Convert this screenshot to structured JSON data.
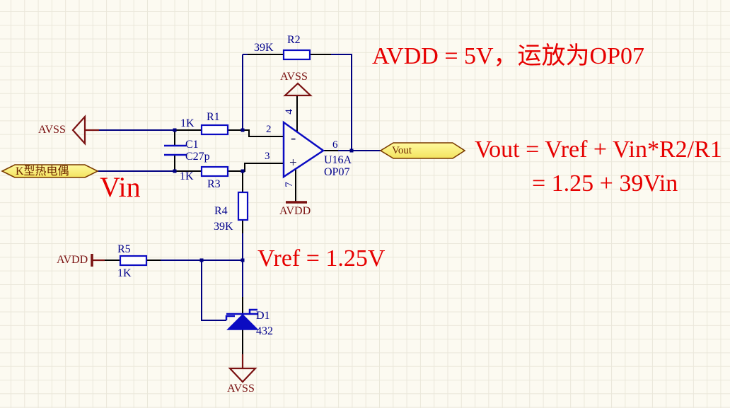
{
  "annotations": {
    "power_note": "AVDD = 5V，运放为OP07",
    "formula_line1": "Vout = Vref + Vin*R2/R1",
    "formula_line2": "= 1.25 + 39Vin",
    "vref_note": "Vref = 1.25V",
    "vin_label": "Vin"
  },
  "ports": {
    "input_label": "K型热电偶",
    "output_label": "Vout"
  },
  "power": {
    "avss_left": "AVSS",
    "avss_top": "AVSS",
    "avdd_opamp": "AVDD",
    "avdd_left": "AVDD",
    "avss_bottom": "AVSS"
  },
  "components": {
    "r1": {
      "designator": "R1",
      "value": "1K"
    },
    "r2": {
      "designator": "R2",
      "value": "39K"
    },
    "r3": {
      "designator": "R3",
      "value": "1K"
    },
    "r4": {
      "designator": "R4",
      "value": "39K"
    },
    "r5": {
      "designator": "R5",
      "value": "1K"
    },
    "c1": {
      "designator": "C1",
      "value": "C27p"
    },
    "d1": {
      "designator": "D1",
      "value": "432"
    },
    "u16a": {
      "designator": "U16A",
      "part": "OP07",
      "minus": "-",
      "plus": "+",
      "pins": {
        "inverting": "2",
        "noninverting": "3",
        "vplus": "4",
        "output": "6",
        "vminus": "7"
      }
    }
  },
  "colors": {
    "bg": "#fcfaf1",
    "grid": "#eae7da",
    "wire": "#000080",
    "pin": "#000000",
    "comp": "#0b0bc2",
    "des": "#00008b",
    "power": "#7a1111",
    "red": "#e60000",
    "portfill": "#fffa9e",
    "portfill2": "#f3e35f",
    "portborder": "#7a3b00",
    "porttext": "#6e2500",
    "sign": "#1a1a60"
  }
}
